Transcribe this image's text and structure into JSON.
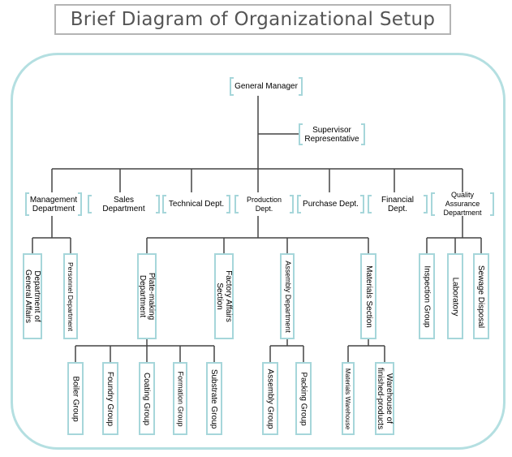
{
  "title": "Brief Diagram of Organizational Setup",
  "colors": {
    "frame": "#b4dfe1",
    "bracket": "#a6d6da",
    "line": "#444444",
    "title_border": "#b4b4b4"
  },
  "nodes": {
    "general_manager": "General Manager",
    "supervisor": "Supervisor\nRepresentative",
    "management_dept": "Management\nDepartment",
    "sales_dept": "Sales Department",
    "technical_dept": "Technical Dept.",
    "production_dept": "Production Dept.",
    "purchase_dept": "Purchase Dept.",
    "financial_dept": "Financial Dept.",
    "quality_dept": "Quality Assurance\nDepartment",
    "general_affairs": "Department of\nGeneral Affairs",
    "personnel_dept": "Personnel Department",
    "plate_making": "Plate-making\nDepartment",
    "factory_affairs": "Factory Affairs\nSection",
    "assembly_dept": "Assembly Department",
    "materials_section": "Materials Section",
    "inspection_group": "Inspection Group",
    "laboratory": "Laboratory",
    "sewage_disposal": "Sewage Disposal",
    "boiler_group": "Boiler Group",
    "foundry_group": "Foundry Group",
    "coating_group": "Coating Group",
    "formation_group": "Formation Group",
    "substrate_group": "Substrate Group",
    "assembly_group": "Assembly Group",
    "packing_group": "Packing Group",
    "materials_warehouse": "Materials Warehouse",
    "finished_warehouse": "Warehouse of\nfinished-products"
  }
}
